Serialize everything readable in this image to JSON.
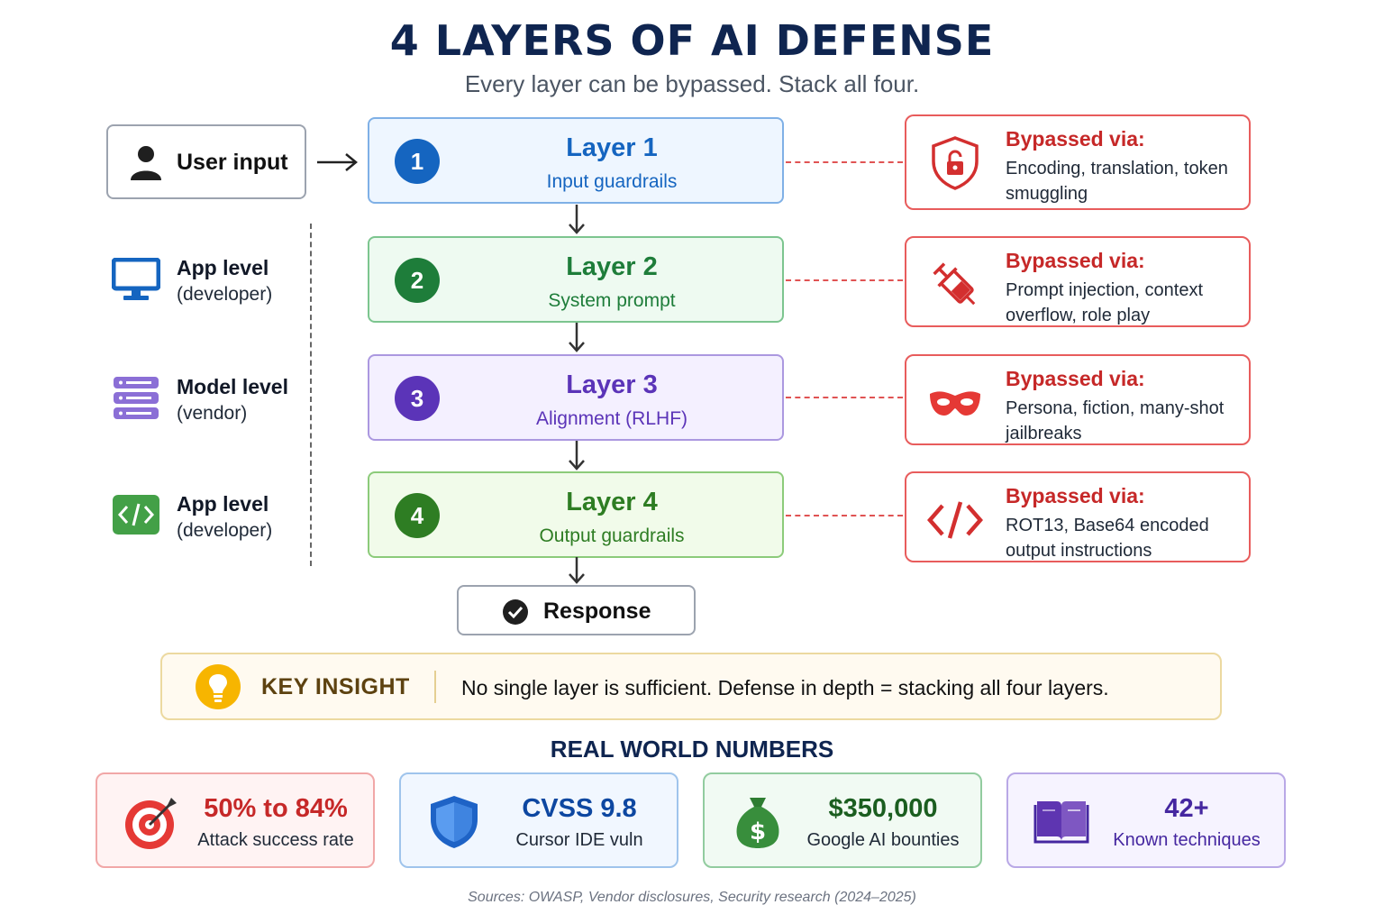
{
  "header": {
    "title": "4 LAYERS OF AI DEFENSE",
    "subtitle": "Every layer can be bypassed. Stack all four."
  },
  "user_input": {
    "label": "User input",
    "icon": "user-icon"
  },
  "levels": [
    {
      "title": "App level",
      "sub": "(developer)",
      "icon": "monitor-icon"
    },
    {
      "title": "Model level",
      "sub": "(vendor)",
      "icon": "server-icon"
    },
    {
      "title": "App level",
      "sub": "(developer)",
      "icon": "code-icon"
    }
  ],
  "layers": [
    {
      "number": "1",
      "name": "Layer 1",
      "sub": "Input guardrails",
      "accent": "#1565c0",
      "bg": "#eef6ff",
      "border": "#7fb0e6"
    },
    {
      "number": "2",
      "name": "Layer 2",
      "sub": "System prompt",
      "accent": "#1e7d3a",
      "bg": "#eefaf1",
      "border": "#7cc58f"
    },
    {
      "number": "3",
      "name": "Layer 3",
      "sub": "Alignment (RLHF)",
      "accent": "#5b34b8",
      "bg": "#f4f0ff",
      "border": "#ab98e0"
    },
    {
      "number": "4",
      "name": "Layer 4",
      "sub": "Output guardrails",
      "accent": "#2e7d23",
      "bg": "#f1fbea",
      "border": "#8ccb7a"
    }
  ],
  "bypasses": [
    {
      "heading": "Bypassed via:",
      "text": "Encoding, translation, token smuggling",
      "icon": "shield-lock-icon"
    },
    {
      "heading": "Bypassed via:",
      "text": "Prompt injection, context overflow, role play",
      "icon": "syringe-icon"
    },
    {
      "heading": "Bypassed via:",
      "text": "Persona, fiction, many-shot jailbreaks",
      "icon": "mask-icon"
    },
    {
      "heading": "Bypassed via:",
      "text": "ROT13, Base64 encoded output instructions",
      "icon": "code-brackets-icon"
    }
  ],
  "response": {
    "label": "Response",
    "icon": "check-circle-icon"
  },
  "insight": {
    "label": "KEY INSIGHT",
    "text": "No single layer is sufficient. Defense in depth = stacking all four layers.",
    "icon": "lightbulb-icon"
  },
  "numbers": {
    "heading": "REAL WORLD NUMBERS",
    "items": [
      {
        "value": "50% to 84%",
        "label": "Attack success rate",
        "icon": "target-icon",
        "color": "#c62828"
      },
      {
        "value": "CVSS 9.8",
        "label": "Cursor IDE vuln",
        "icon": "shield-icon",
        "color": "#0d47a1"
      },
      {
        "value": "$350,000",
        "label": "Google AI bounties",
        "icon": "money-bag-icon",
        "color": "#1b5e20"
      },
      {
        "value": "42+",
        "label": "Known techniques",
        "icon": "book-icon",
        "color": "#4527a0"
      }
    ]
  },
  "footer": {
    "sources": "Sources: OWASP, Vendor disclosures, Security research (2024–2025)"
  }
}
